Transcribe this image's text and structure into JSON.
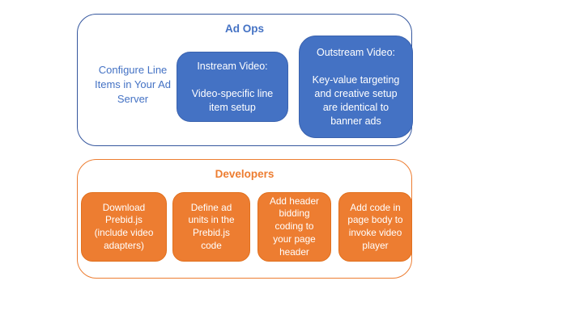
{
  "colors": {
    "blue_fill": "#4472C4",
    "blue_box_border": "#3A62AE",
    "blue_outline": "#35579E",
    "blue_text": "#4472C4",
    "orange_fill": "#ED7D31",
    "orange_box_border": "#E1701D",
    "orange_outline": "#ED7D31",
    "orange_text": "#ED7D31",
    "box_text": "#FFFFFF",
    "background": "#FFFFFF"
  },
  "ad_ops_section": {
    "title": "Ad Ops",
    "note": "Configure Line\nItems in Your Ad\nServer",
    "boxes": [
      {
        "name": "instream-video",
        "text": "Instream Video:\n\nVideo-specific line\nitem setup"
      },
      {
        "name": "outstream-video",
        "text": "Outstream Video:\n\nKey-value targeting\nand creative setup\nare identical to\nbanner ads"
      }
    ]
  },
  "developers_section": {
    "title": "Developers",
    "boxes": [
      {
        "name": "download-prebid",
        "text": "Download\nPrebid.js\n(include video\nadapters)"
      },
      {
        "name": "define-ad-units",
        "text": "Define ad\nunits in the\nPrebid.js\ncode"
      },
      {
        "name": "add-header-bidding-code",
        "text": "Add header\nbidding\ncoding to\nyour page\nheader"
      },
      {
        "name": "add-page-body-code",
        "text": "Add code in\npage body to\ninvoke video\nplayer"
      }
    ]
  }
}
